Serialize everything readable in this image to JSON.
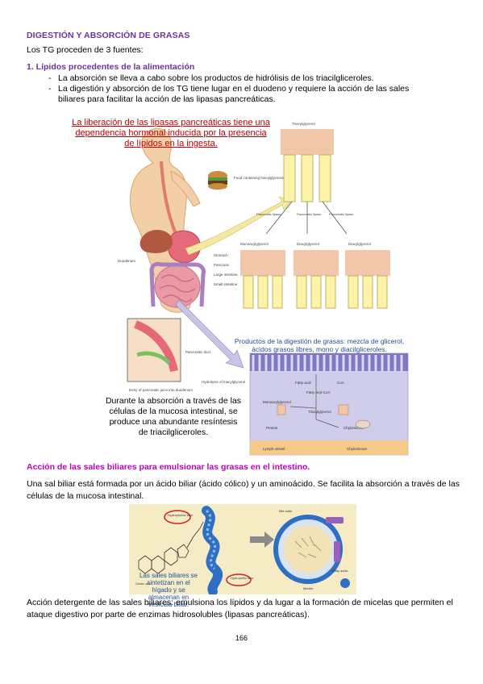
{
  "title": "DIGESTIÓN Y ABSORCIÓN DE GRASAS",
  "intro": "Los TG proceden de 3 fuentes:",
  "section1": {
    "heading": "1.  Lípidos procedentes de la alimentación",
    "bullets": [
      "La absorción se lleva a cabo sobre los productos de hidrólisis de los triacilgliceroles.",
      "La digestión y absorción de los TG tiene lugar en el duodeno y requiere la acción de las sales",
      "biliares para facilitar la acción de las lipasas pancreáticas."
    ]
  },
  "figure1": {
    "red_note": "La liberación de las lipasas pancreáticas tiene una dependencia hormonal inducida por la presencia de lípidos en la ingesta.",
    "products_note": "Productos de la digestión de grasas: mezcla de glicerol, ácidos grasos libres, mono y diacilgliceroles.",
    "absorption_note": "Durante la absorción a través de las células de la mucosa intestinal, se produce una abundante resíntesis de triacilgliceroles.",
    "labels": {
      "triacylglycerol": "Triacylglycerol",
      "food": "Food containing triacylglycerols",
      "lipase1": "Pancreatic lipase",
      "lipase2": "Pancreatic lipase",
      "lipase3": "Pancreatic lipase",
      "mono": "Monoacylglycerol",
      "di1": "Diacylglycerol",
      "di2": "Diacylglycerol",
      "stomach": "Stomach",
      "pancreas": "Pancreas",
      "large_int": "Large intestine",
      "small_int": "Small intestine",
      "duodenum": "Duodenum",
      "pancreatic_duct": "Pancreatic duct",
      "entry": "Entry of pancreatic juice into duodenum",
      "hydrolysis": "Hydrolysis of triacylglycerol",
      "fatty_acid": "Fatty acid",
      "coa": "CoA",
      "fatty_acyl": "Fatty acyl-CoA",
      "monoacyl_in": "Monoacylglycerol",
      "triacyl_in": "Triacylglycerol",
      "protein": "Protein",
      "chylomicron": "Chylomicron",
      "lymph": "Lymph vessel",
      "chylo_bottom": "Chylomicron"
    }
  },
  "section2": {
    "heading": "Acción de las sales biliares para emulsionar las grasas en el intestino.",
    "para": "Una sal biliar está formada por un ácido biliar (ácido cólico) y un aminoácido. Se facilita la absorción a través de las células de la mucosa intestinal."
  },
  "figure2": {
    "note": "Las sales biliares se sintetizan en el hígado y se almacenan en vesícula biliar.",
    "hydrophobic": "Hydrophobic face",
    "hydrophilic": "Hydrophilic face",
    "bile_salts": "Bile salts",
    "cholic": "Cholic acid",
    "fatty": "Fatty acids",
    "micelle": "Micelle"
  },
  "caption": "Acción detergente de las sales biliares: emulsiona los lípidos y da lugar a la formación de micelas que permiten el ataque digestivo por parte de enzimas hidrosolubles (lipasas pancreáticas).",
  "page_number": "166",
  "colors": {
    "purple": "#7030a0",
    "magenta": "#c000c0",
    "red": "#c00000",
    "blue": "#1f4e9c"
  }
}
